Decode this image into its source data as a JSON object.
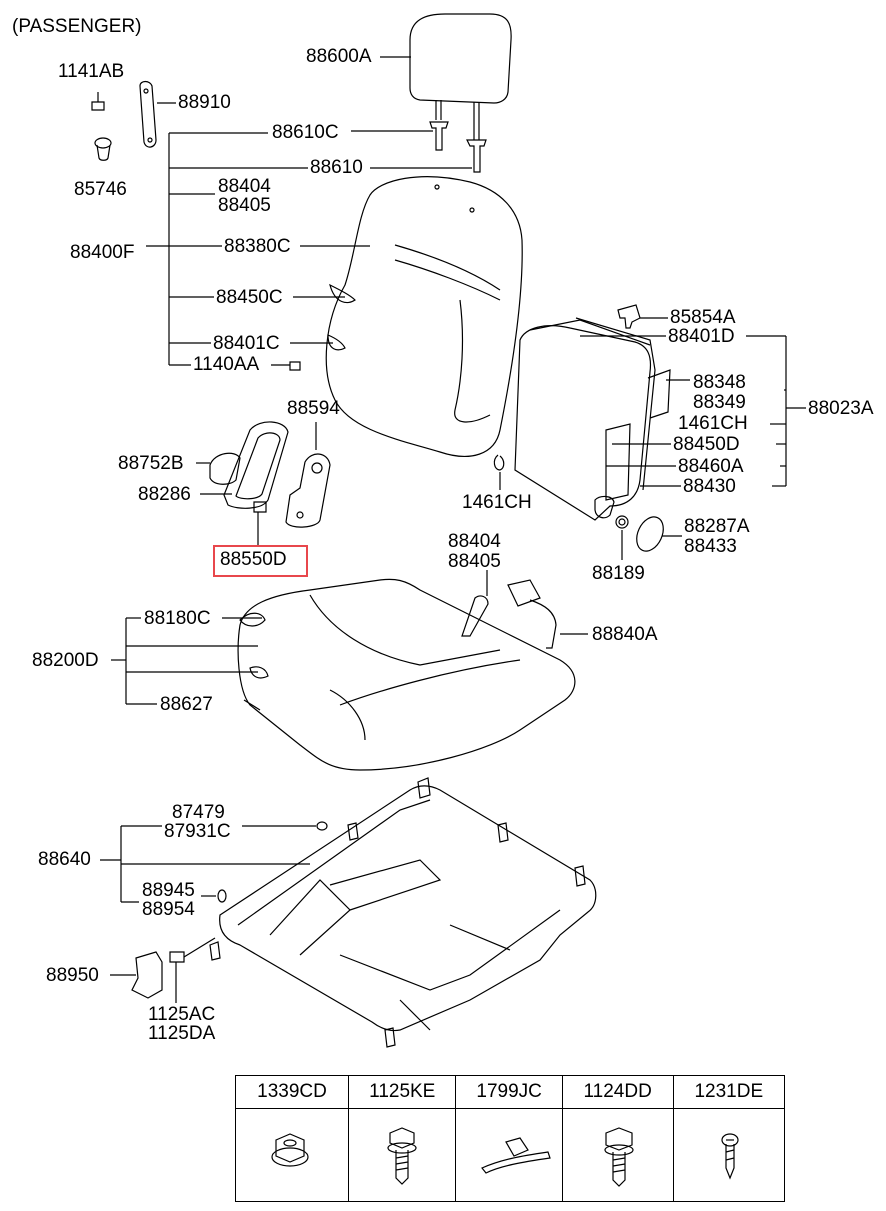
{
  "header": {
    "title": "(PASSENGER)"
  },
  "labels": {
    "l88600A": "88600A",
    "l1141AB": "1141AB",
    "l88910": "88910",
    "l88610C": "88610C",
    "l88610": "88610",
    "l85746": "85746",
    "l88404a": "88404",
    "l88405a": "88405",
    "l88400F": "88400F",
    "l88380C": "88380C",
    "l88450C": "88450C",
    "l88401C": "88401C",
    "l1140AA": "1140AA",
    "l85854A": "85854A",
    "l88401D": "88401D",
    "l88348": "88348",
    "l88349": "88349",
    "l1461CHa": "1461CH",
    "l88023A": "88023A",
    "l88450D": "88450D",
    "l88460A": "88460A",
    "l88430": "88430",
    "l1461CHb": "1461CH",
    "l88287A": "88287A",
    "l88433": "88433",
    "l88189": "88189",
    "l88594": "88594",
    "l88752B": "88752B",
    "l88286": "88286",
    "l88550D": "88550D",
    "l88404b": "88404",
    "l88405b": "88405",
    "l88840A": "88840A",
    "l88180C": "88180C",
    "l88200D": "88200D",
    "l88627": "88627",
    "l87479": "87479",
    "l87931C": "87931C",
    "l88640": "88640",
    "l88945": "88945",
    "l88954": "88954",
    "l88950": "88950",
    "l1125AC": "1125AC",
    "l1125DA": "1125DA"
  },
  "fastener_table": {
    "headers": [
      "1339CD",
      "1125KE",
      "1799JC",
      "1124DD",
      "1231DE"
    ],
    "icons": [
      "flange-nut-icon",
      "flange-bolt-icon",
      "cable-tie-icon",
      "hex-bolt-icon",
      "tapping-screw-icon"
    ]
  },
  "colors": {
    "line": "#000000",
    "highlight": "#e8474c"
  }
}
